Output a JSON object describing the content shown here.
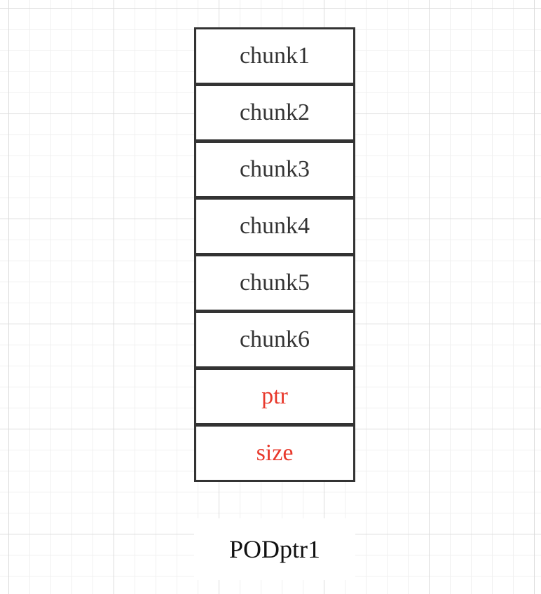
{
  "diagram": {
    "cells": [
      {
        "text": "chunk1",
        "color": "#333333"
      },
      {
        "text": "chunk2",
        "color": "#333333"
      },
      {
        "text": "chunk3",
        "color": "#333333"
      },
      {
        "text": "chunk4",
        "color": "#333333"
      },
      {
        "text": "chunk5",
        "color": "#333333"
      },
      {
        "text": "chunk6",
        "color": "#333333"
      },
      {
        "text": "ptr",
        "color": "#e8392c"
      },
      {
        "text": "size",
        "color": "#e8392c"
      }
    ],
    "caption": "PODptr1"
  }
}
